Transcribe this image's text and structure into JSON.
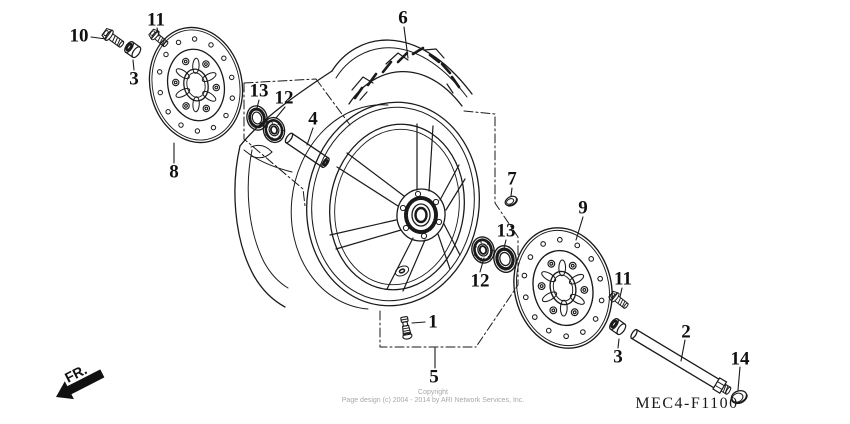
{
  "diagram": {
    "code": "MEC4-F1100",
    "direction_label": "FR.",
    "footer": {
      "copyright_line1": "Copyright",
      "copyright_line2": "Page design (c) 2004 - 2014 by ARI Network Services, Inc."
    },
    "callouts": {
      "c1": "1",
      "c2": "2",
      "c3_left": "3",
      "c3_right": "3",
      "c4": "4",
      "c5": "5",
      "c6": "6",
      "c7": "7",
      "c8": "8",
      "c9": "9",
      "c10": "10",
      "c11_left": "11",
      "c11_right": "11",
      "c12_left": "12",
      "c12_right": "12",
      "c13_left": "13",
      "c13_right": "13",
      "c14": "14"
    }
  },
  "colors": {
    "line": "#1a1a1a",
    "background": "#ffffff",
    "footer_text": "#a8a8a8"
  }
}
